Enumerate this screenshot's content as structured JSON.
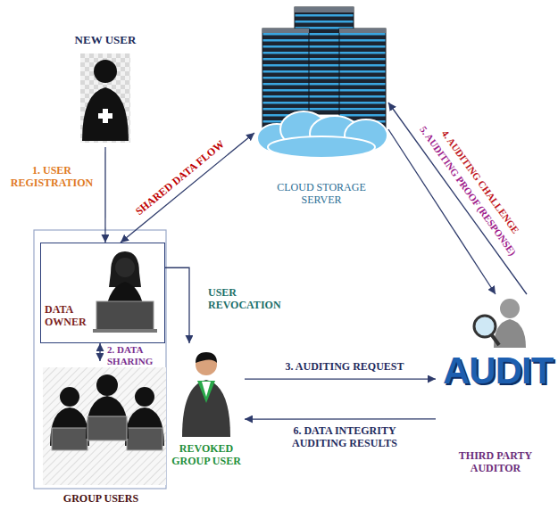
{
  "diagram": {
    "nodes": [
      {
        "text": [
          "NEW USER"
        ]
      },
      {
        "text": [
          "CLOUD STORAGE SERVER"
        ]
      },
      {
        "text": [
          "DATA OWNER"
        ]
      },
      {
        "text": [
          "GROUP USERS"
        ]
      },
      {
        "text": [
          "REVOKED GROUP USER"
        ]
      },
      {
        "text": [
          "THIRD PARTY AUDITOR"
        ]
      }
    ],
    "edges": [
      {
        "from": 0,
        "to": 2,
        "arrow": "to",
        "label": "1. USER REGISTRATION"
      },
      {
        "from": 2,
        "to": 1,
        "arrow": "both",
        "label": "SHARED DATA FLOW"
      },
      {
        "from": 2,
        "to": 4,
        "arrow": "to",
        "label": "USER REVOCATION"
      },
      {
        "from": 2,
        "to": 3,
        "arrow": "both",
        "label": "2. DATA SHARING"
      },
      {
        "from": 4,
        "to": 5,
        "arrow": "to",
        "label": "3. AUDITING REQUEST"
      },
      {
        "from": 5,
        "to": 1,
        "arrow": "to",
        "label": "4. AUDITING CHALLENGE"
      },
      {
        "from": 1,
        "to": 5,
        "arrow": "to",
        "label": "5. AUDITING PROOF (RESPONSE)"
      },
      {
        "from": 5,
        "to": 4,
        "arrow": "to",
        "label": "6. DATA INTEGRITY AUDITING RESULTS"
      }
    ],
    "labels": [
      "AUDIT"
    ]
  }
}
